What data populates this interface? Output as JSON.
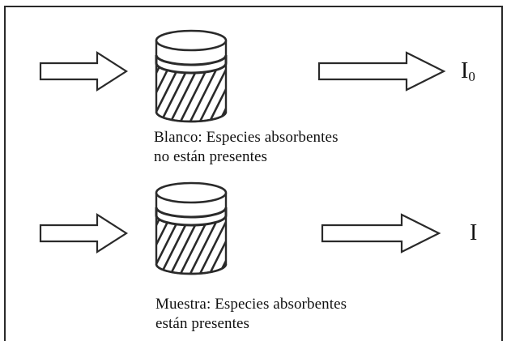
{
  "diagram": {
    "blank": {
      "output_label_main": "I",
      "output_label_sub": "0",
      "caption_line1": "Blanco: Especies absorbentes",
      "caption_line2": "no están presentes"
    },
    "sample": {
      "output_label_main": "I",
      "caption_line1": "Muestra: Especies absorbentes",
      "caption_line2": "están presentes"
    },
    "colors": {
      "ink": "#2a2a2a",
      "arrow_fill": "#ffffff",
      "vessel_fill": "#ffffff",
      "hatch": "#2a2a2a"
    }
  }
}
